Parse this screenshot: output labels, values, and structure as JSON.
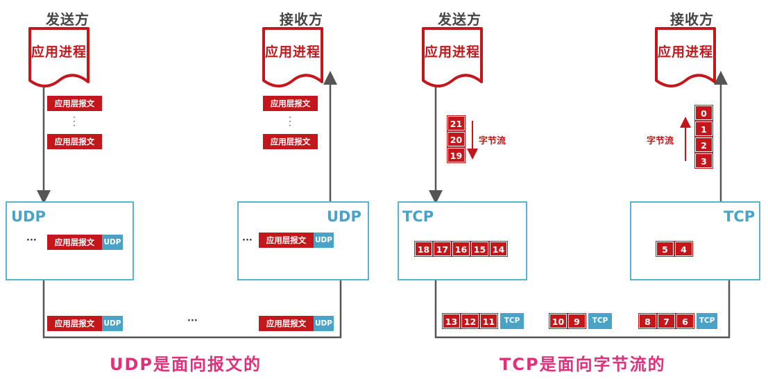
{
  "udp": {
    "sender_label": "发送方",
    "receiver_label": "接收方",
    "app_process_label": "应用进程",
    "app_message_label": "应用层报文",
    "vertical_ellipsis": "⋮",
    "protocol_label": "UDP",
    "header_label": "UDP",
    "ellipsis": "···",
    "caption": "UDP是面向报文的"
  },
  "tcp": {
    "sender_label": "发送方",
    "receiver_label": "接收方",
    "app_process_label": "应用进程",
    "protocol_label": "TCP",
    "header_label": "TCP",
    "byte_stream_label": "字节流",
    "sender_stream_bytes": [
      "21",
      "20",
      "19"
    ],
    "sender_buffer_bytes": [
      "18",
      "17",
      "16",
      "15",
      "14"
    ],
    "receiver_buffer_bytes": [
      "5",
      "4"
    ],
    "receiver_stream_bytes": [
      "0",
      "1",
      "2",
      "3"
    ],
    "segments": [
      {
        "bytes": [
          "13",
          "12",
          "11"
        ],
        "header": "TCP"
      },
      {
        "bytes": [
          "10",
          "9"
        ],
        "header": "TCP"
      },
      {
        "bytes": [
          "8",
          "7",
          "6"
        ],
        "header": "TCP"
      }
    ],
    "caption": "TCP是面向字节流的"
  },
  "colors": {
    "red": "#c3171c",
    "blue": "#4aa3c7",
    "caption_pink": "#e0307a",
    "line_gray": "#555555"
  }
}
